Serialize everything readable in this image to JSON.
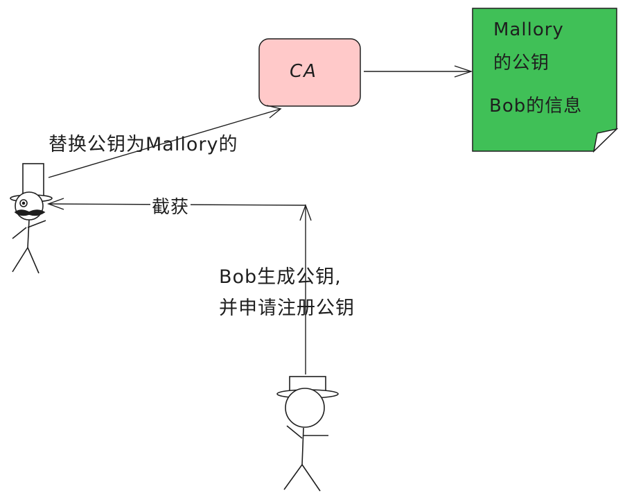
{
  "ca": {
    "label": "CA",
    "fill": "#ffc9c9"
  },
  "note": {
    "line1": "Mallory",
    "line2": "的公钥",
    "line3": "Bob的信息",
    "fill": "#40c057"
  },
  "mallory_action": "替换公钥为Mallory的",
  "intercept": "截获",
  "bob_action": {
    "line1": "Bob生成公钥,",
    "line2": "并申请注册公钥"
  }
}
